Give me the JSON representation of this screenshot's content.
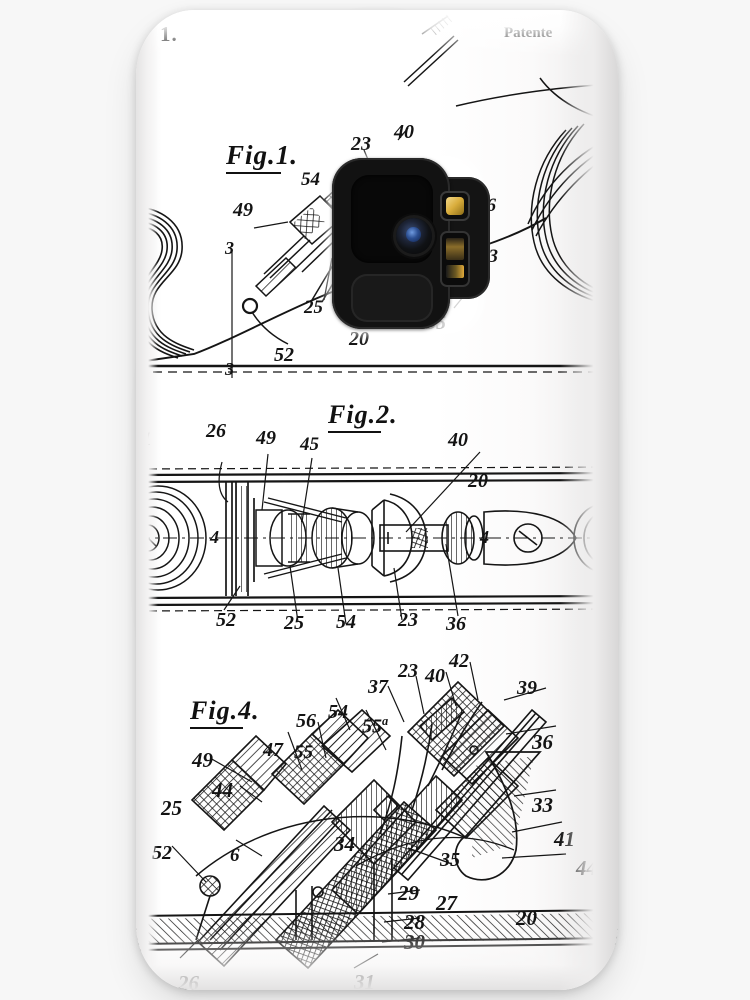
{
  "product": {
    "type": "samsung-galaxy-s9-phone-case",
    "background_color": "#f7f7f7",
    "case_color": "#ffffff",
    "camera_module_color": "#121212",
    "lens_accent_color": "#3b5f9e",
    "flash_color": "#d9ad3c"
  },
  "artwork": {
    "kind": "patent-drawing",
    "ink_color": "#131313",
    "header_left": "1.",
    "header_right": "Patente",
    "figures": [
      {
        "id": "fig-1",
        "label": "Fig.1."
      },
      {
        "id": "fig-2",
        "label": "Fig.2."
      },
      {
        "id": "fig-4",
        "label": "Fig.4."
      }
    ],
    "fig1_callouts": [
      {
        "id": "c40",
        "text": "40"
      },
      {
        "id": "c23",
        "text": "23"
      },
      {
        "id": "c54",
        "text": "54"
      },
      {
        "id": "c49",
        "text": "49"
      },
      {
        "id": "c3a",
        "text": "3"
      },
      {
        "id": "c25",
        "text": "25"
      },
      {
        "id": "c20",
        "text": "20"
      },
      {
        "id": "c35",
        "text": "35"
      },
      {
        "id": "c46",
        "text": "46"
      },
      {
        "id": "c43",
        "text": "43"
      },
      {
        "id": "c52",
        "text": "52"
      },
      {
        "id": "c3b",
        "text": "3"
      }
    ],
    "fig2_callouts": [
      {
        "id": "d1",
        "text": "1"
      },
      {
        "id": "d26",
        "text": "26"
      },
      {
        "id": "d49",
        "text": "49"
      },
      {
        "id": "d45",
        "text": "45"
      },
      {
        "id": "d40",
        "text": "40"
      },
      {
        "id": "d20",
        "text": "20"
      },
      {
        "id": "d4a",
        "text": "4"
      },
      {
        "id": "d4b",
        "text": "4"
      },
      {
        "id": "d52",
        "text": "52"
      },
      {
        "id": "d25",
        "text": "25"
      },
      {
        "id": "d54",
        "text": "54"
      },
      {
        "id": "d23",
        "text": "23"
      },
      {
        "id": "d36",
        "text": "36"
      }
    ],
    "fig4_callouts": [
      {
        "id": "e42",
        "text": "42"
      },
      {
        "id": "e23",
        "text": "23"
      },
      {
        "id": "e40",
        "text": "40"
      },
      {
        "id": "e37",
        "text": "37"
      },
      {
        "id": "e39",
        "text": "39"
      },
      {
        "id": "e56",
        "text": "56"
      },
      {
        "id": "e54",
        "text": "54"
      },
      {
        "id": "e55a",
        "text": "55"
      },
      {
        "id": "e55a_sup",
        "text": "a"
      },
      {
        "id": "e55",
        "text": "55"
      },
      {
        "id": "e47",
        "text": "47"
      },
      {
        "id": "e49",
        "text": "49"
      },
      {
        "id": "e44",
        "text": "44"
      },
      {
        "id": "e25",
        "text": "25"
      },
      {
        "id": "e36",
        "text": "36"
      },
      {
        "id": "e33",
        "text": "33"
      },
      {
        "id": "e41",
        "text": "41"
      },
      {
        "id": "e44b",
        "text": "44"
      },
      {
        "id": "e52",
        "text": "52"
      },
      {
        "id": "e6",
        "text": "6"
      },
      {
        "id": "e34",
        "text": "34"
      },
      {
        "id": "e35",
        "text": "35"
      },
      {
        "id": "e29",
        "text": "29"
      },
      {
        "id": "e27",
        "text": "27"
      },
      {
        "id": "e28",
        "text": "28"
      },
      {
        "id": "e30",
        "text": "30"
      },
      {
        "id": "e20",
        "text": "20"
      },
      {
        "id": "e26",
        "text": "26"
      },
      {
        "id": "e31",
        "text": "31"
      }
    ]
  }
}
